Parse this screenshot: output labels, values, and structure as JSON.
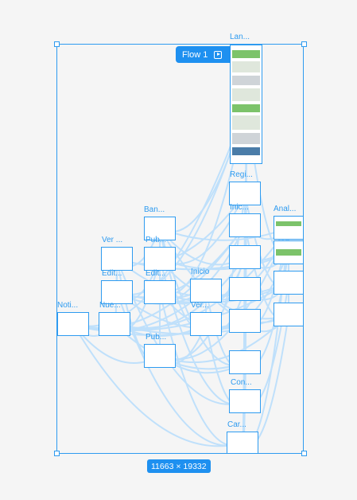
{
  "flow": {
    "label": "Flow 1",
    "icon": "play-frame-icon"
  },
  "dimensions": "11663 × 19332",
  "frames": [
    {
      "id": "landing",
      "label": "Lan..."
    },
    {
      "id": "registro",
      "label": "Regi..."
    },
    {
      "id": "inicio-top",
      "label": "Inic..."
    },
    {
      "id": "analisis",
      "label": "Anal..."
    },
    {
      "id": "banner",
      "label": "Ban..."
    },
    {
      "id": "ver",
      "label": "Ver ..."
    },
    {
      "id": "pub",
      "label": "Pub..."
    },
    {
      "id": "edit1",
      "label": "Edit..."
    },
    {
      "id": "edit2",
      "label": "Edit..."
    },
    {
      "id": "inicio",
      "label": "Inicio"
    },
    {
      "id": "ver2",
      "label": "Ver..."
    },
    {
      "id": "notif",
      "label": "Noti..."
    },
    {
      "id": "nue",
      "label": "Nue..."
    },
    {
      "id": "pub2",
      "label": "Pub..."
    },
    {
      "id": "con",
      "label": "Con..."
    },
    {
      "id": "car",
      "label": "Car..."
    }
  ],
  "colors": {
    "accent": "#2e9bf0",
    "link": "#bfe0fb",
    "canvas": "#f5f5f5"
  }
}
